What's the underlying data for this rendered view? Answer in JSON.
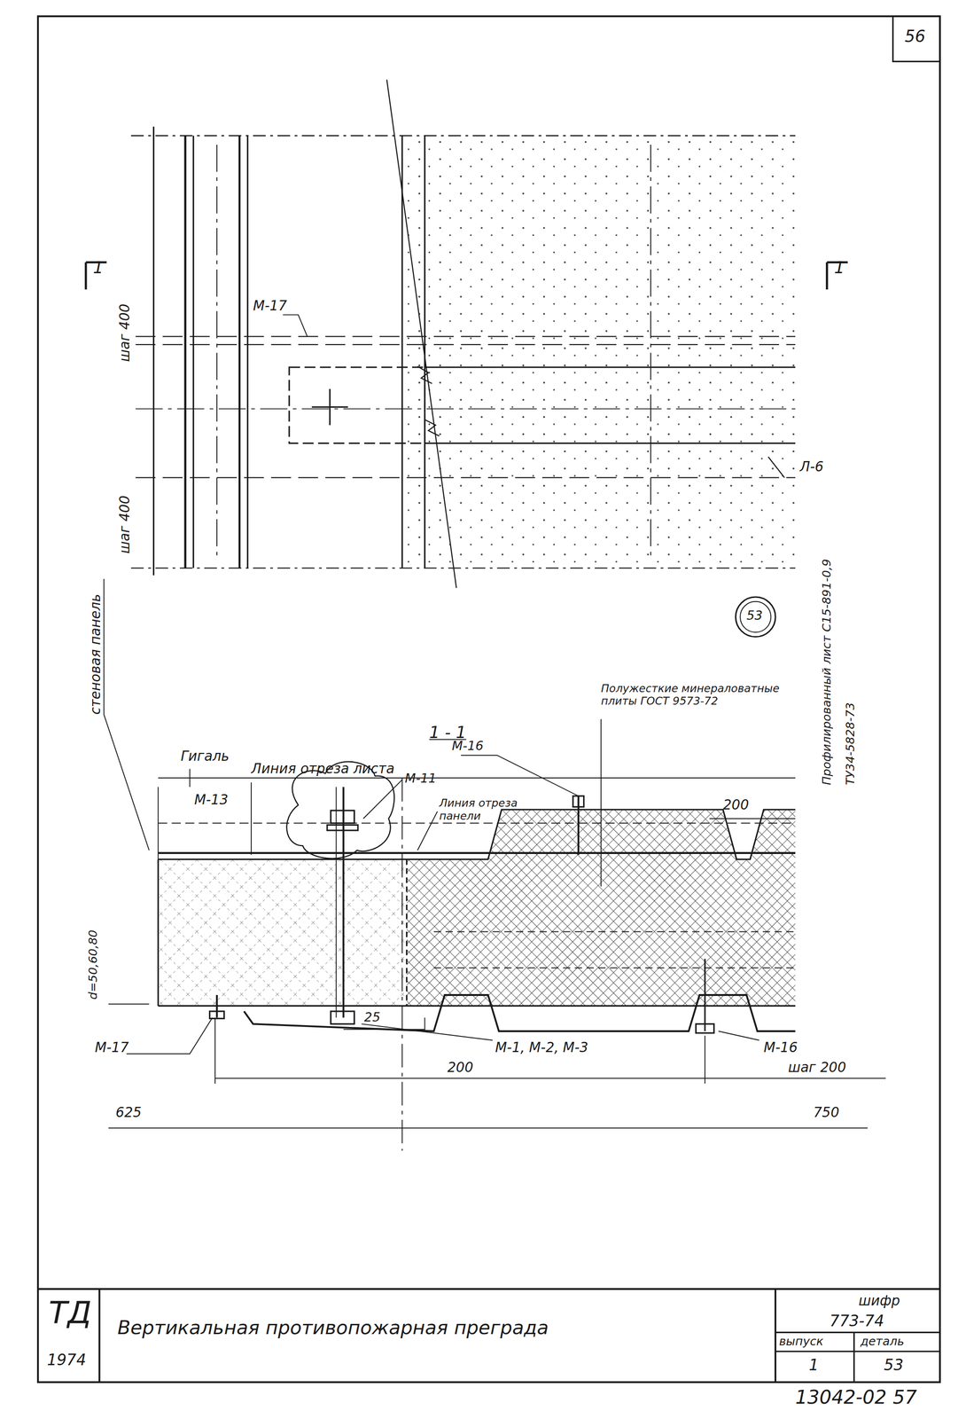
{
  "diagram": {
    "labels": [
      "56",
      "1",
      "1",
      "шаг 400",
      "шаг 400",
      "М-17",
      "Л-6",
      "стеновая панель",
      "Гигаль",
      "Линия отреза листа",
      "1 - 1",
      "М-13",
      "М-11",
      "М-16",
      "Линия отреза панели",
      "200",
      "Полужесткие минераловатные плиты ГОСТ 9573-72",
      "Профилированный лист С15-891-0,9",
      "ТУ34-5828-73",
      "53",
      "d=50,60,80",
      "М-17",
      "25",
      "М-1, М-2, М-3",
      "М-16",
      "200",
      "шаг 200",
      "625",
      "750",
      "ТД",
      "1974",
      "Вертикальная противопожарная преграда",
      "шифр",
      "773-74",
      "выпуск",
      "деталь",
      "1",
      "53",
      "13042-02 57"
    ]
  }
}
